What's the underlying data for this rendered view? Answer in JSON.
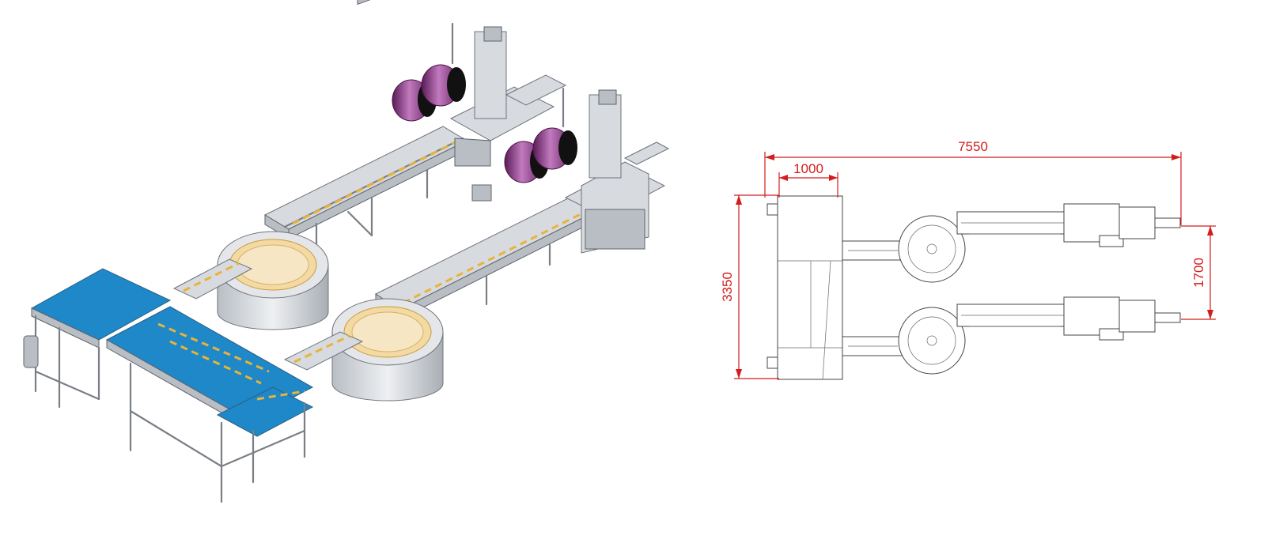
{
  "dimensions": {
    "overall_length": "7550",
    "infeed_width": "1000",
    "overall_width": "3350",
    "line_spacing": "1700"
  },
  "colors": {
    "dimension": "#d41c1c",
    "belt": "#1e88c9",
    "film_roll": "#8a2f86",
    "product": "#e9b33a",
    "steel": "#d7dadf"
  }
}
